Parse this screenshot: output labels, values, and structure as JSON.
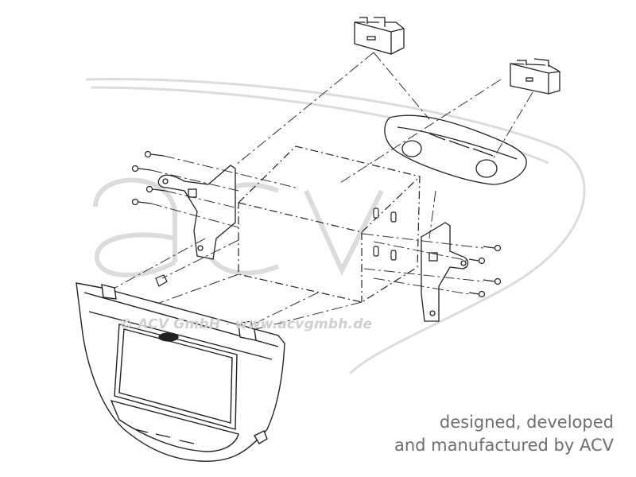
{
  "watermark": {
    "logo_text": "acv",
    "text": "© ACV GmbH · www.acvgmbh.de"
  },
  "credit": {
    "line1": "designed, developed",
    "line2": "and manufactured by ACV"
  },
  "colors": {
    "line": "#222222",
    "watermark": "#d6d6d6",
    "credit": "#6e6e6e"
  }
}
